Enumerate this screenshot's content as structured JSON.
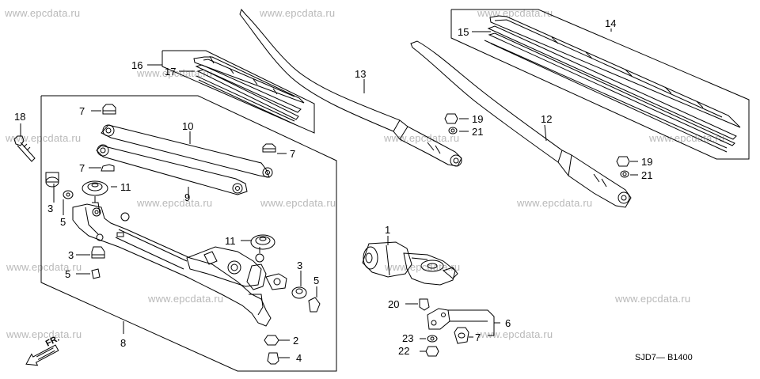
{
  "watermark": "www.epcdata.ru",
  "diagram_code": "SJD7— B1400",
  "fr_label": "FR.",
  "callouts": {
    "c1": "1",
    "c2": "2",
    "c3a": "3",
    "c3b": "3",
    "c3c": "3",
    "c4": "4",
    "c5a": "5",
    "c5b": "5",
    "c5c": "5",
    "c6": "6",
    "c7a": "7",
    "c7b": "7",
    "c7c": "7",
    "c7d": "7",
    "c8": "8",
    "c9": "9",
    "c10": "10",
    "c11a": "11",
    "c11b": "11",
    "c12": "12",
    "c13": "13",
    "c14": "14",
    "c15": "15",
    "c16": "16",
    "c17": "17",
    "c18": "18",
    "c19a": "19",
    "c19b": "19",
    "c20": "20",
    "c21a": "21",
    "c21b": "21",
    "c22": "22",
    "c23": "23"
  }
}
